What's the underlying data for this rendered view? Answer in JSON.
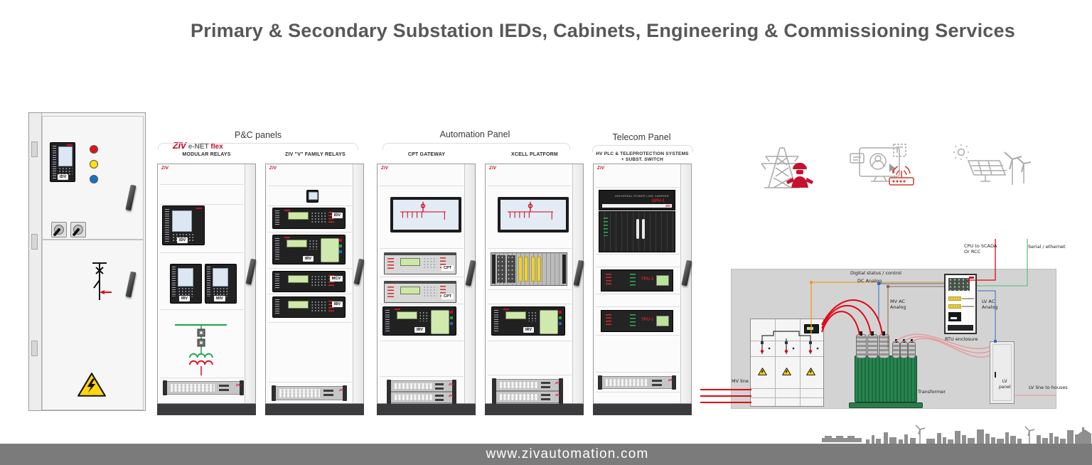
{
  "title": "Primary & Secondary Substation IEDs, Cabinets, Engineering & Commissioning Services",
  "logo": {
    "ziv": "ZIV",
    "enet": "e-NET",
    "flex": "flex"
  },
  "groups": {
    "pc": {
      "label": "P&C panels",
      "left": "MODULAR RELAYS",
      "right": "ZIV \"V\" FAMILY RELAYS"
    },
    "automation": {
      "label": "Automation Panel",
      "left": "CPT GATEWAY",
      "right": "XCELL PLATFORM"
    },
    "telecom": {
      "label": "Telecom Panel",
      "line1": "HV PLC & TELEPROTECTION SYSTEMS",
      "line2": "+ SUBST. SWITCH"
    }
  },
  "devices": {
    "brand": "ZIV",
    "modular_main": "IDV",
    "modular_left": "IRV",
    "modular_right": "MIV",
    "v1": "IDV",
    "v2": "IRV",
    "v3": "MCV",
    "v4": "IBV",
    "cpt": "CPT",
    "irv": "IRV",
    "opu_title": "UNIVERSAL POWER LINE CARRIER",
    "opu": "OPU-1",
    "tpu": "TPU-1"
  },
  "diagram": {
    "cpu_scada_1": "CPU to SCADA",
    "cpu_scada_2": "Or RCC",
    "serial": "Serial / ethernet",
    "digital": "Digital status / control",
    "dc": "DC Analog",
    "mv_ac_1": "MV AC",
    "mv_ac_2": "Analog",
    "lv_ac_1": "LV AC",
    "lv_ac_2": "Analog",
    "rtu": "RTU enclosure",
    "mv_line": "MV line",
    "transformer": "Transformer",
    "lv_panel_1": "LV",
    "lv_panel_2": "panel",
    "lv_line": "LV line to houses"
  },
  "icons": {
    "left": "transmission-tower-with-engineer",
    "middle": "remote-monitoring-and-router",
    "right": "solar-and-wind"
  },
  "footer": {
    "url": "www.zivautomation.com"
  },
  "colors": {
    "accent_red": "#c8102e",
    "line_red": "#e30613",
    "line_orange": "#f59a23",
    "line_blue": "#2f6fc2",
    "line_green": "#66c08a",
    "footer_gray": "#7b7b7b",
    "lcd_green": "#cde8a8",
    "screen_blue": "#dde7f3",
    "warning_yellow": "#ffd60a",
    "transformer_green": "#27854f"
  }
}
